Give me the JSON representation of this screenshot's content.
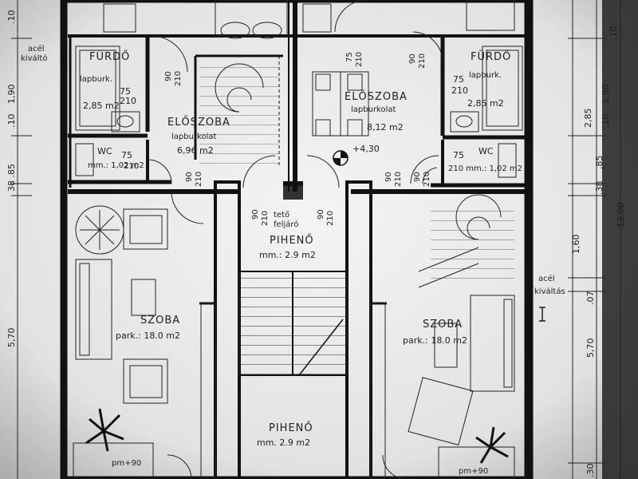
{
  "plan": {
    "rooms": {
      "bath_left": {
        "name": "FÜRDŐ",
        "floor": "lapburk.",
        "area": "2,85 m2",
        "door_w": "75",
        "door_h": "210"
      },
      "bath_right": {
        "name": "FÜRDŐ",
        "floor": "lapburk.",
        "area": "2,85 m2",
        "door_w": "75",
        "door_h": "210"
      },
      "hall_left": {
        "name": "ELŐSZOBA",
        "floor": "lapburkolat",
        "area": "6,96 m2"
      },
      "hall_right": {
        "name": "ELŐSZOBA",
        "floor": "lapburkolat",
        "area": "8,12 m2"
      },
      "wc_left": {
        "name": "WC",
        "area_text": "mm.: 1,02 m2",
        "door_w": "75",
        "door_h": "210"
      },
      "wc_right": {
        "name": "WC",
        "area_text": "210 mm.: 1,02 m2",
        "door_w": "75"
      },
      "room_left": {
        "name": "SZOBA",
        "area_text": "park.: 18.0 m2",
        "window": "pm+90"
      },
      "room_right": {
        "name": "SZOBA",
        "area_text": "park.: 18.0 m2",
        "window": "pm+90"
      },
      "landing_upper": {
        "name": "PIHENŐ",
        "area_text": "mm.: 2.9 m2",
        "note_line1": "tető",
        "note_line2": "feljáró"
      },
      "landing_lower": {
        "name": "PIHENŐ",
        "area_text": "mm. 2.9 m2"
      }
    },
    "level_mark": "+4,30",
    "door_labels": {
      "w90": "90",
      "h210": "210",
      "w75": "75"
    },
    "notes": {
      "left_transition": [
        "acél",
        "kiváltó"
      ],
      "right_transition": [
        "acél",
        "kiváltás"
      ]
    },
    "dimensions_right": {
      "inner": [
        ".10",
        "1,90",
        "2,85",
        ".10",
        ".85",
        ".38",
        "1,60",
        ".07",
        "5,70"
      ],
      "total": "12,00",
      "top_small": ".10",
      "bottom_small": ".30"
    },
    "dimensions_left": [
      ".10",
      "1,90",
      ".10",
      "38 .85",
      "5,70"
    ]
  }
}
